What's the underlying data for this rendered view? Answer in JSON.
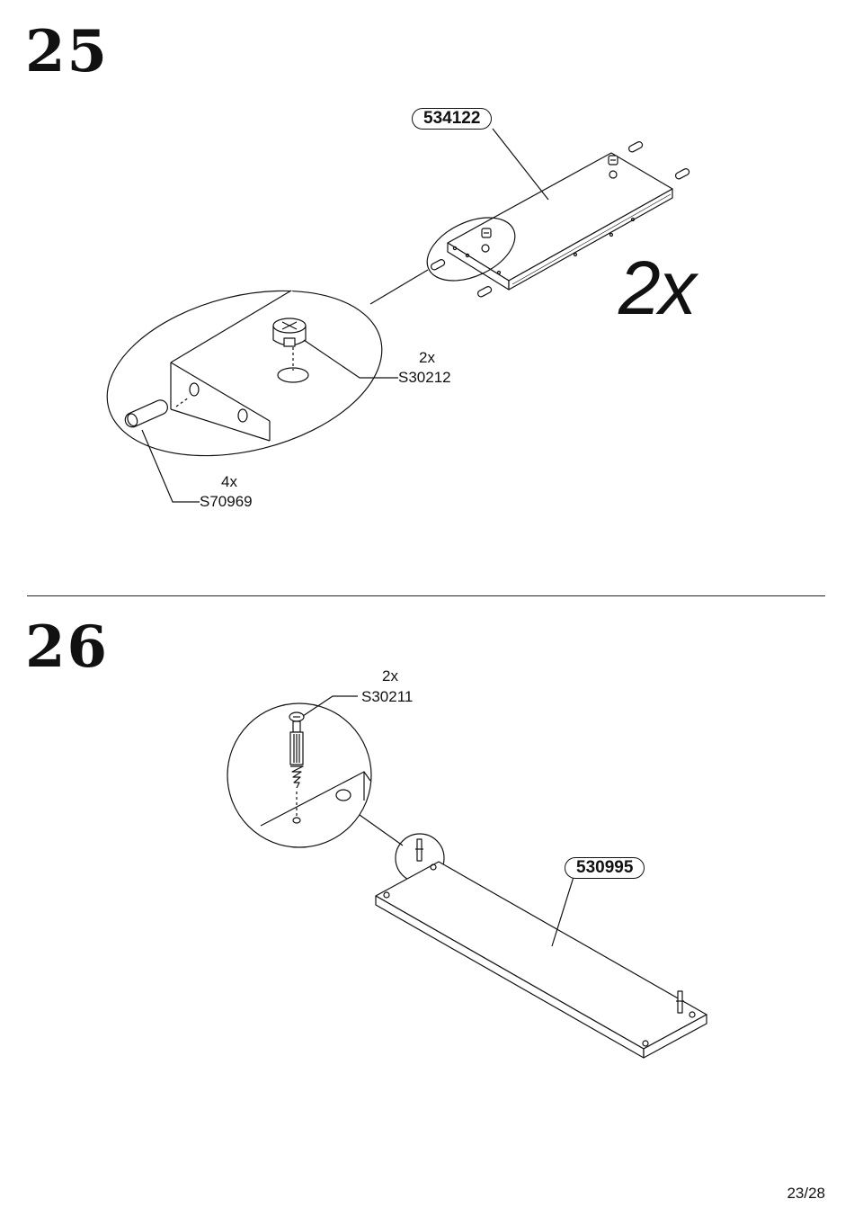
{
  "steps": [
    {
      "number": "25",
      "part": "534122",
      "multiplier": "2x",
      "hardware": [
        {
          "qty": "2x",
          "code": "S30212"
        },
        {
          "qty": "4x",
          "code": "S70969"
        }
      ]
    },
    {
      "number": "26",
      "part": "530995",
      "hardware": [
        {
          "qty": "2x",
          "code": "S30211"
        }
      ]
    }
  ],
  "page": "23/28",
  "icons": [
    "panel-icon",
    "cam-lock-icon",
    "wooden-dowel-icon",
    "cam-bolt-icon"
  ]
}
